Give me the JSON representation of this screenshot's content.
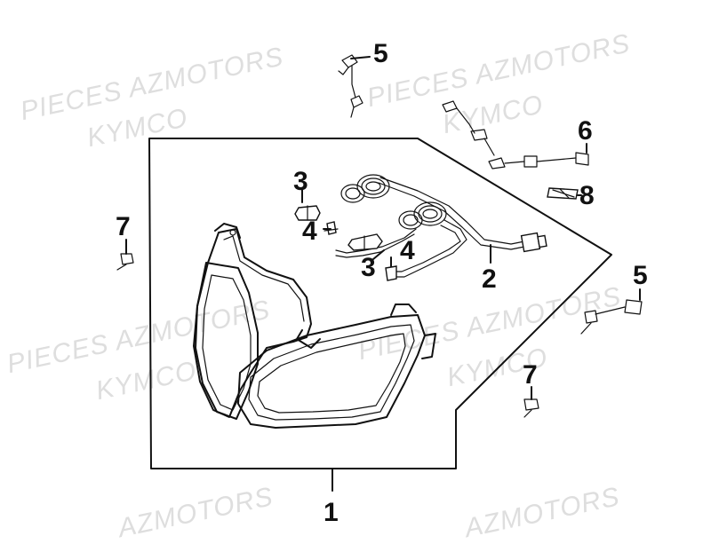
{
  "watermarks": [
    "PIECES AZMOTORS",
    "KYMCO",
    "PIECES AZMOTORS",
    "KYMCO",
    "PIECES AZMOTORS",
    "KYMCO",
    "PIECES AZMOTORS",
    "KYMCO",
    "AZMOTORS",
    "AZMOTORS"
  ],
  "callouts": {
    "headlight_assembly": "1",
    "wire_harness": "2",
    "bulb_upper": "3",
    "bulb_lower": "3",
    "socket_upper": "4",
    "socket_lower": "4",
    "screw_top": "5",
    "screw_right": "5",
    "screw_group": "6",
    "screw_left": "7",
    "screw_bottom": "7",
    "grommet": "8"
  }
}
